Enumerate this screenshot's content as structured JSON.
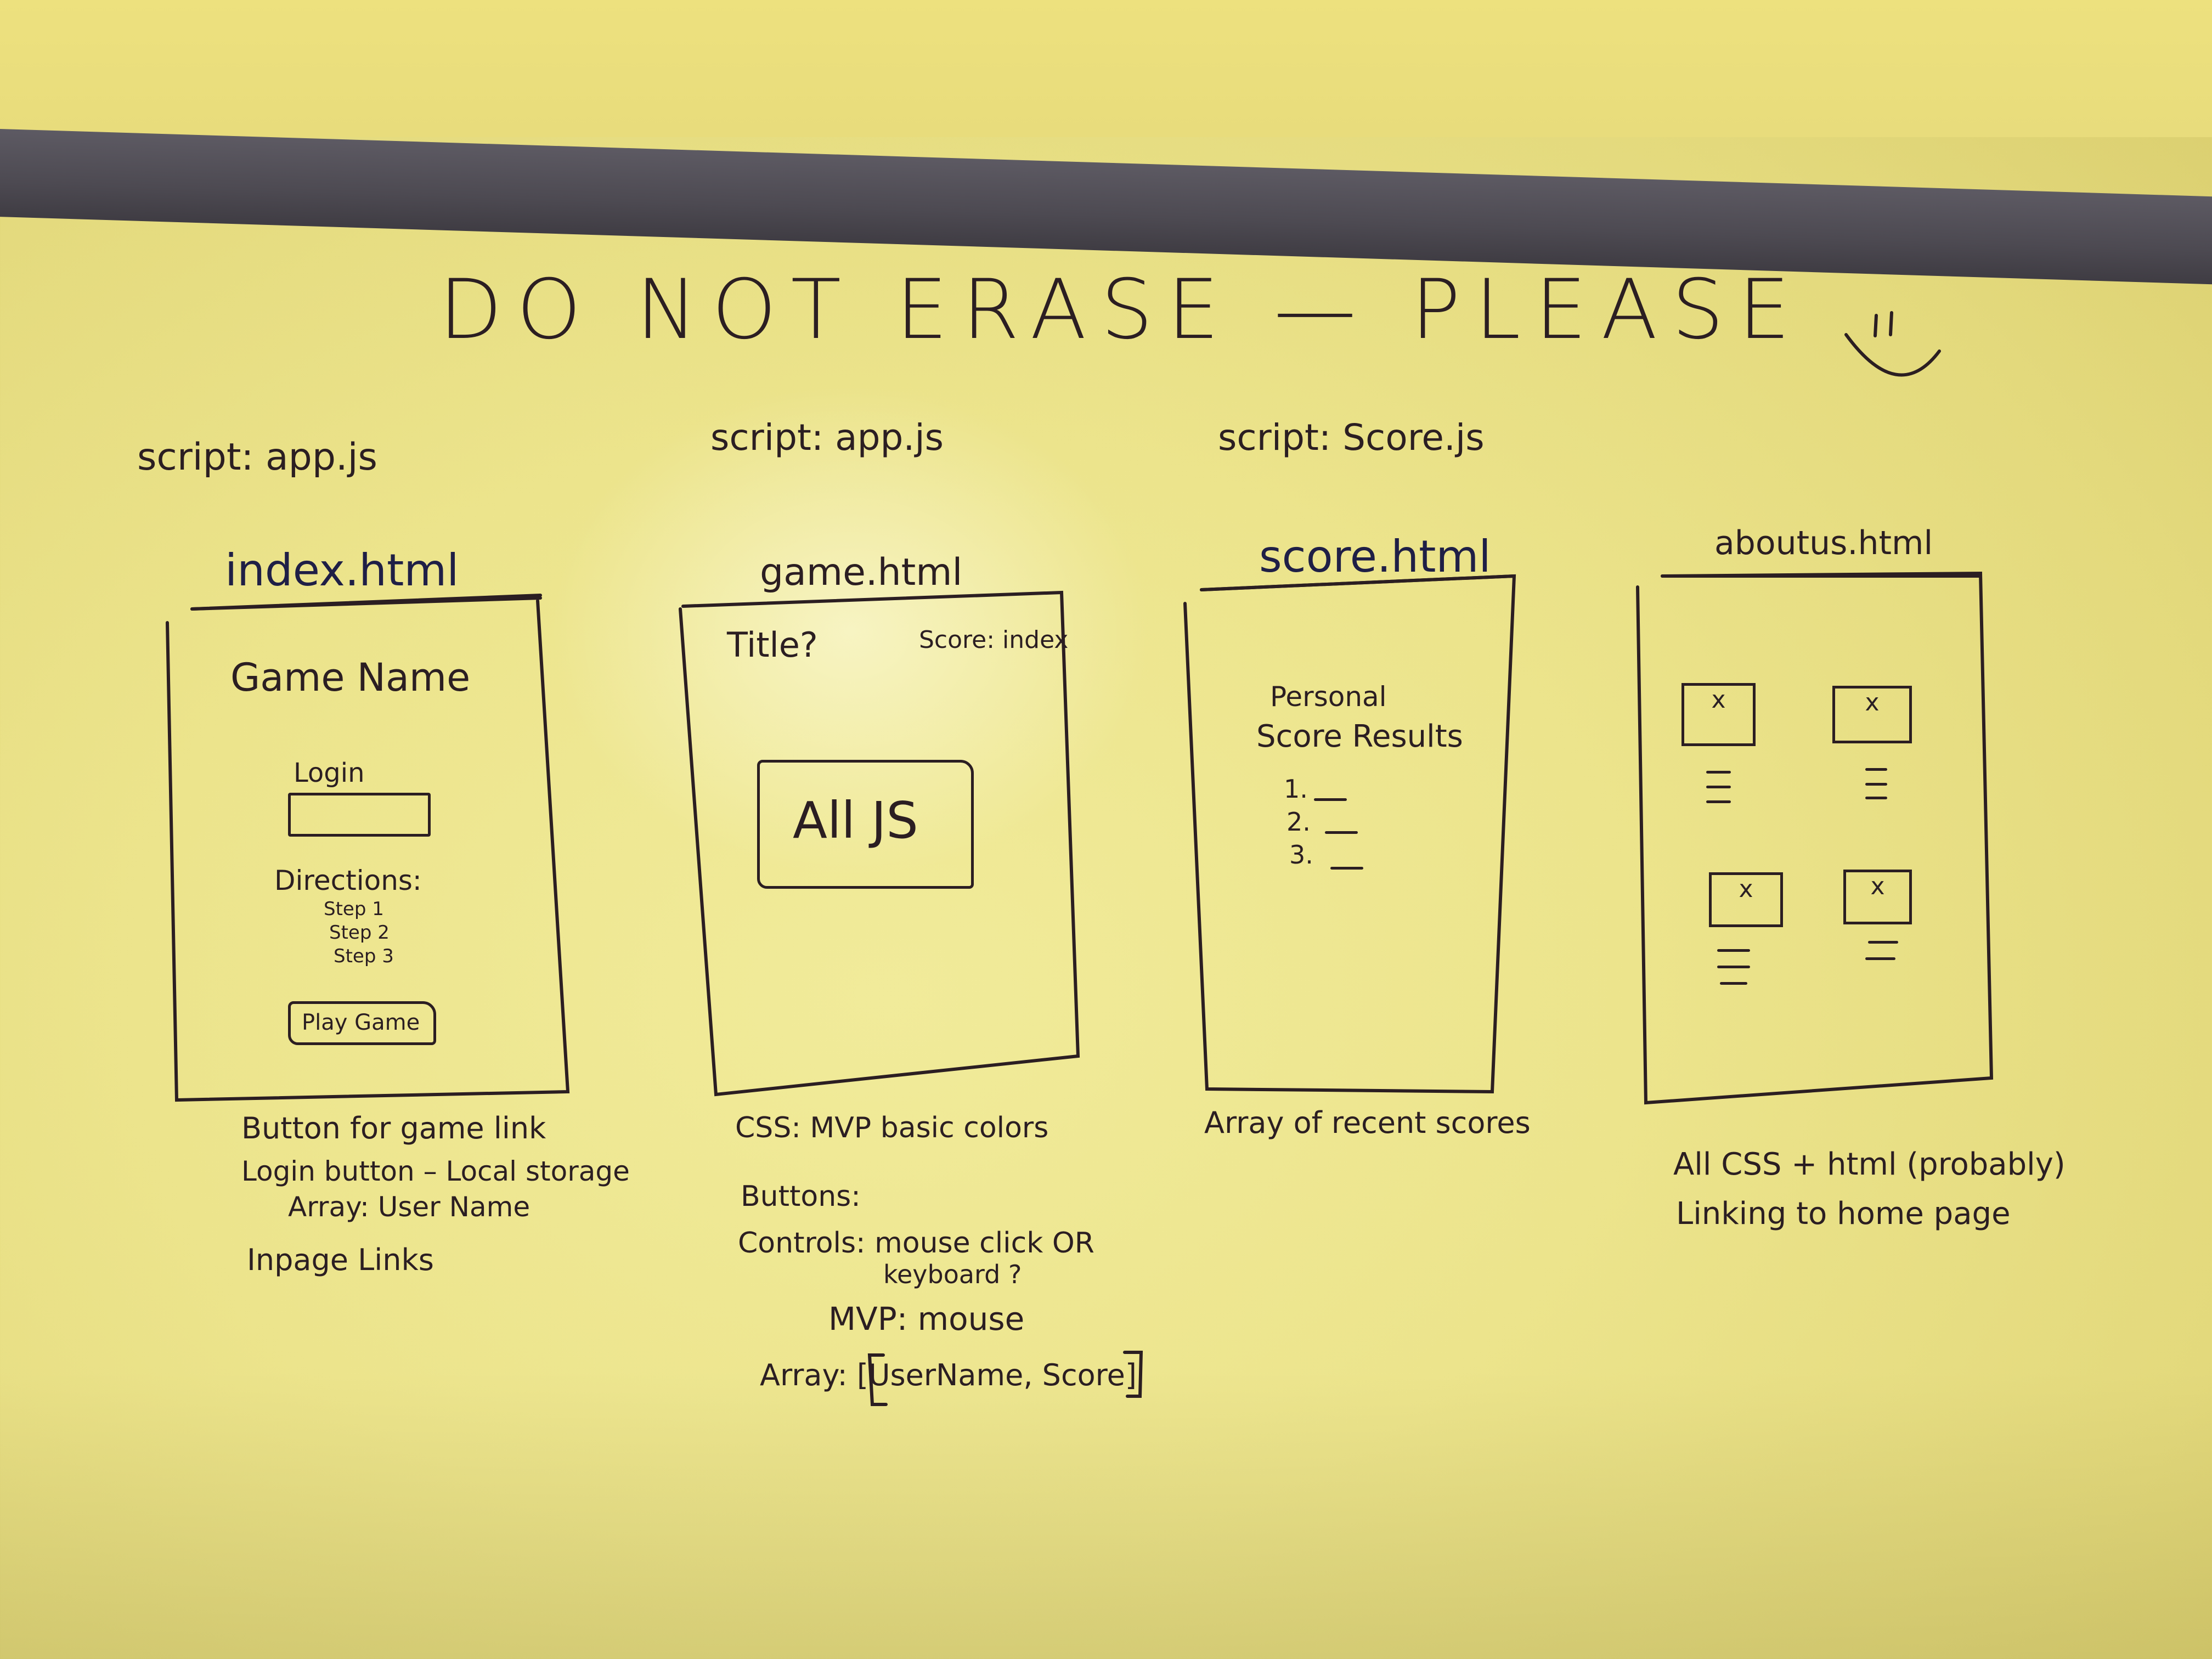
{
  "title": "DO NOT ERASE — PLEASE",
  "colors": {
    "ink": "#2b1e22",
    "ink_blue": "#1f1f46",
    "board": "#ece48c",
    "rail": "#4d4a52"
  },
  "icons": {
    "smiley": "smiley-face-icon",
    "placeholder": "image-placeholder-x-icon"
  },
  "columns": [
    {
      "script": "script: app.js",
      "page": "index.html",
      "wireframe": {
        "heading": "Game Name",
        "login_label": "Login",
        "directions_label": "Directions:",
        "steps": [
          "Step 1",
          "Step 2",
          "Step 3"
        ],
        "button": "Play Game"
      },
      "notes": [
        "Button for game link",
        "Login button – Local storage",
        "Array: User Name",
        "Inpage Links"
      ]
    },
    {
      "script": "script: app.js",
      "page": "game.html",
      "wireframe": {
        "title_label": "Title?",
        "score_label": "Score: index",
        "center_box": "All JS"
      },
      "notes": [
        "CSS: MVP basic colors",
        "Buttons:",
        "Controls: mouse click OR",
        "keyboard ?",
        "MVP: mouse",
        "Array: [UserName, Score]"
      ]
    },
    {
      "script": "script: Score.js",
      "page": "score.html",
      "wireframe": {
        "heading_line1": "Personal",
        "heading_line2": "Score Results",
        "list": [
          "1.",
          "2.",
          "3."
        ]
      },
      "notes": [
        "Array of recent scores"
      ]
    },
    {
      "script": "",
      "page": "aboutus.html",
      "wireframe": {
        "placeholder_mark": "x"
      },
      "notes": [
        "All CSS + html (probably)",
        "Linking to home page"
      ]
    }
  ]
}
